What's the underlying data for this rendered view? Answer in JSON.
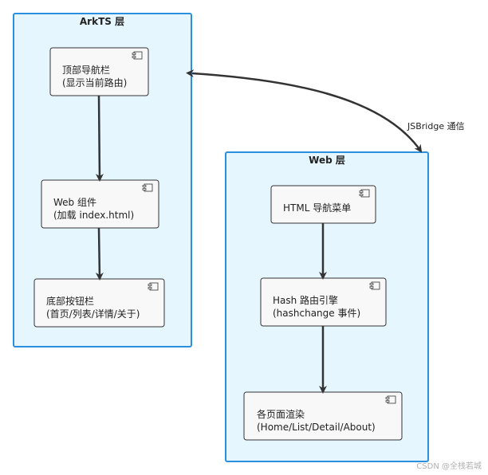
{
  "packages": {
    "arkts": {
      "title": "ArkTS 层"
    },
    "web": {
      "title": "Web 层"
    }
  },
  "components": {
    "top_nav": {
      "line1": "顶部导航栏",
      "line2": "(显示当前路由)"
    },
    "web_component": {
      "line1": "Web 组件",
      "line2": "(加载 index.html)"
    },
    "bottom_buttons": {
      "line1": "底部按钮栏",
      "line2": "(首页/列表/详情/关于)"
    },
    "html_menu": {
      "line1": "HTML 导航菜单"
    },
    "hash_router": {
      "line1": "Hash 路由引擎",
      "line2": "(hashchange 事件)"
    },
    "page_render": {
      "line1": "各页面渲染",
      "line2": "(Home/List/Detail/About)"
    }
  },
  "edges": {
    "jsbridge": {
      "label": "JSBridge 通信"
    }
  },
  "watermark": "CSDN @全栈若城",
  "colors": {
    "package_fill": "#e6f6ff",
    "package_border": "#2b8fe0",
    "component_fill": "#f8f8f8",
    "component_border": "#333333",
    "arrow": "#333333"
  }
}
